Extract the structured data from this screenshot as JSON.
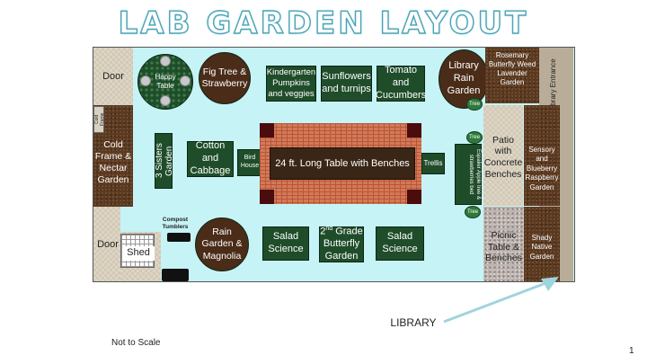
{
  "title": "LAB GARDEN LAYOUT",
  "labels": {
    "door_top": "Door",
    "door_bottom": "Door",
    "happy_table": "Happy Table",
    "fig_tree": "Fig Tree & Strawberry",
    "kindergarten": "Kindergarten Pumpkins and veggies",
    "sunflowers": "Sunflowers and turnips",
    "tomato": "Tomato and Cucumbers",
    "library_rain": "Library Rain Garden",
    "rosemary": "Rosemary Butterfly Weed Lavender Garden",
    "library_entrance": "Library Entrance",
    "tree": "Tree",
    "cold_frame_small": "Cold Frame",
    "cold_frame_nectar": "Cold Frame & Nectar Garden",
    "three_sisters": "3 Sisters Garden",
    "cotton": "Cotton and Cabbage",
    "bird_house": "Bird House",
    "long_table": "24 ft. Long Table with Benches",
    "trellis": "Trellis",
    "espalier": "Espalier Apple tree & strawberries bed",
    "patio": "Patio with Concrete Benches",
    "sensory": "Sensory and Blueberry Raspberry Garden",
    "compost": "Compost Tumblers",
    "rain_magnolia": "Rain Garden & Magnolia",
    "salad1": "Salad Science",
    "second_grade_prefix": "2",
    "second_grade_sup": "nd",
    "second_grade_rest": " Grade Butterfly Garden",
    "salad2": "Salad Science",
    "picnic": "Picnic Table & Benches",
    "shady": "Shady Native Garden",
    "shed": "Shed",
    "library": "LIBRARY",
    "not_to_scale": "Not to Scale",
    "page_number": "1"
  },
  "colors": {
    "yard": "#c6f3f6",
    "bed": "#1f4d2a",
    "arrow": "#9fd4dd"
  }
}
